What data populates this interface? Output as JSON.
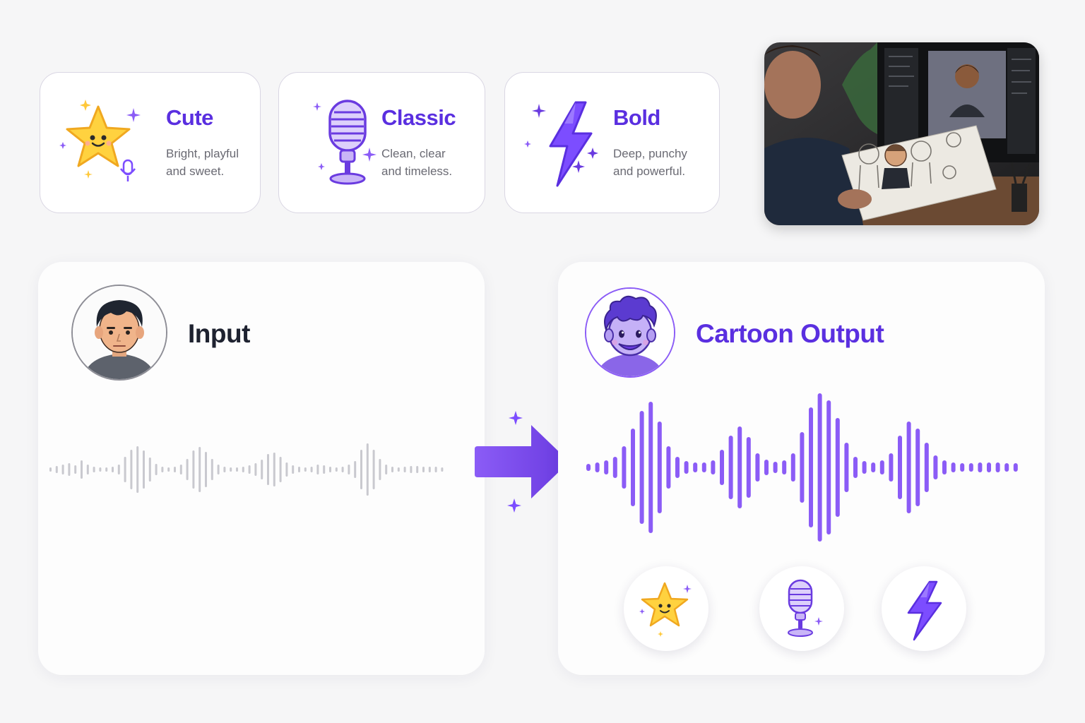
{
  "styles": [
    {
      "title": "Cute",
      "desc_line1": "Bright, playful",
      "desc_line2": "and sweet.",
      "icon": "star-mic-icon"
    },
    {
      "title": "Classic",
      "desc_line1": "Clean, clear",
      "desc_line2": "and timeless.",
      "icon": "microphone-icon"
    },
    {
      "title": "Bold",
      "desc_line1": "Deep, punchy",
      "desc_line2": "and powerful.",
      "icon": "lightning-icon"
    }
  ],
  "input_panel": {
    "title": "Input",
    "avatar": "realistic-boy-avatar"
  },
  "output_panel": {
    "title": "Cartoon Output",
    "avatar": "cartoon-boy-avatar",
    "mini_icons": [
      "star-icon",
      "microphone-icon",
      "lightning-icon"
    ]
  },
  "photo": {
    "subject": "person-drawing-cartoon-sketches-photo"
  },
  "colors": {
    "accent": "#5a2fe0",
    "accent_light": "#8b5cf6",
    "wave_gray": "#c9c9cf",
    "star_yellow": "#ffd23f"
  }
}
